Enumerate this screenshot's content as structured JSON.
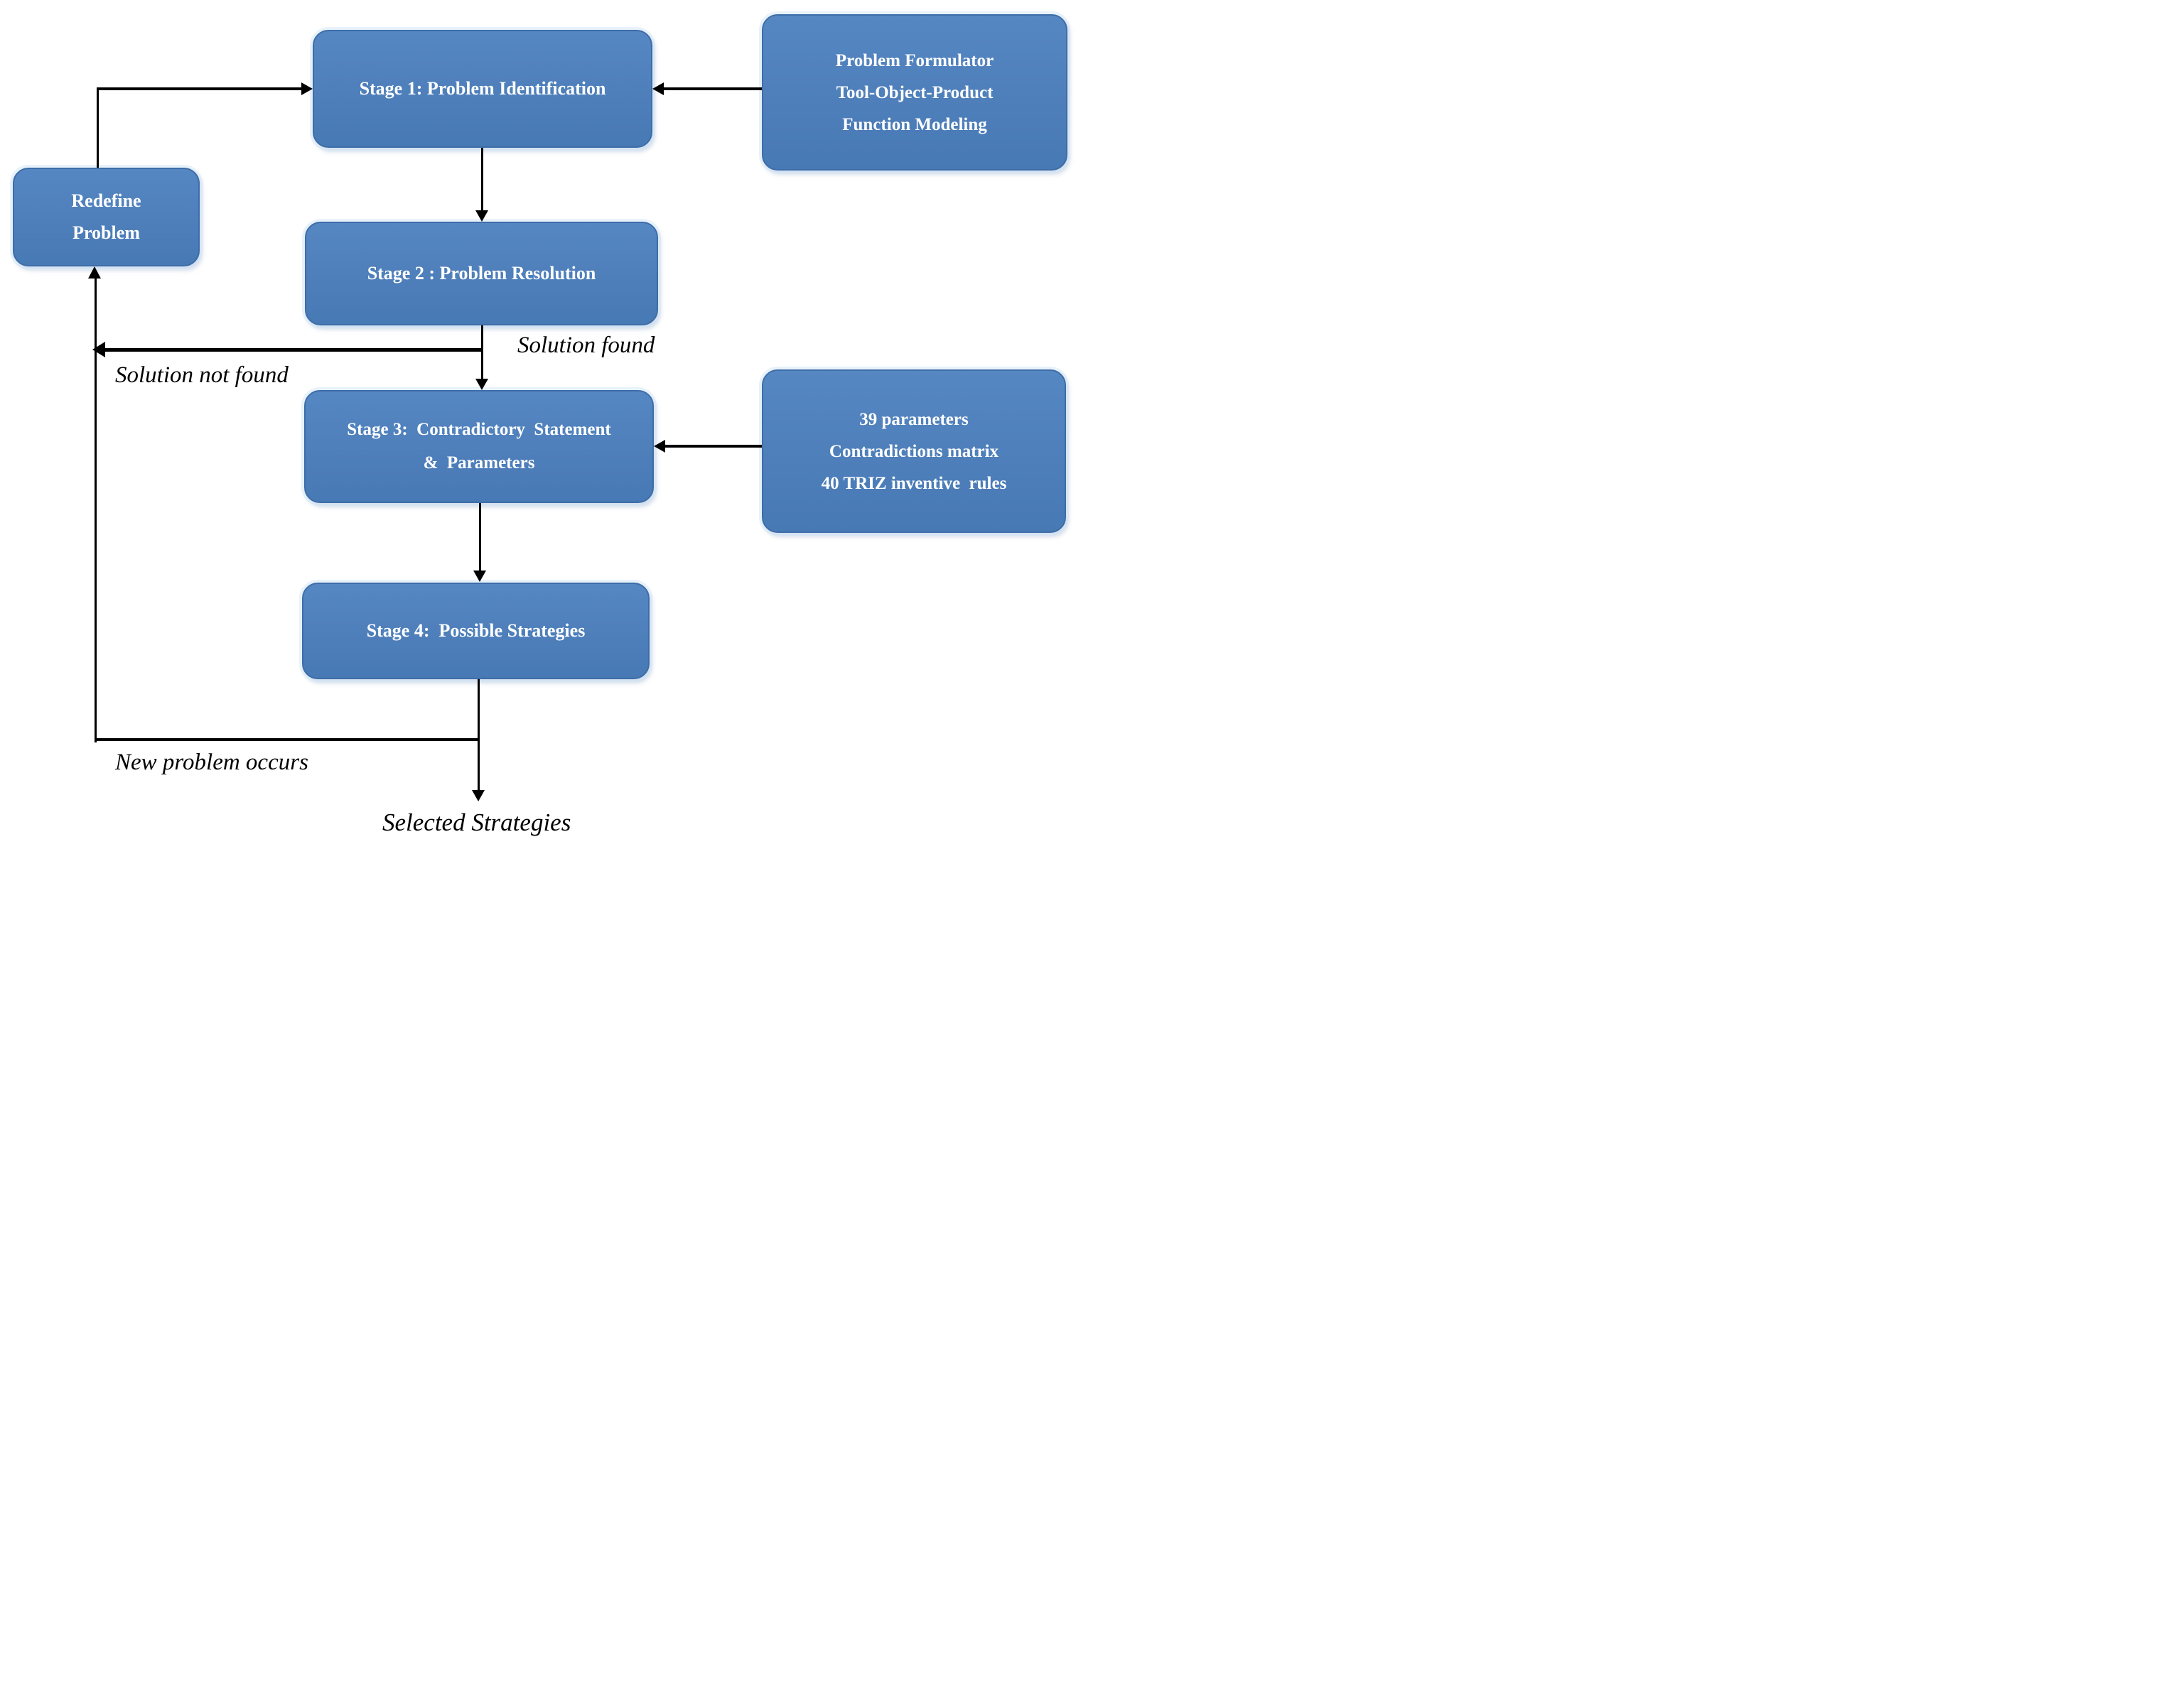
{
  "diagram": {
    "background_color": "#ffffff",
    "node_fill_color": "#4f81bd",
    "node_border_color": "#3e6da8",
    "node_text_color": "#ffffff",
    "arrow_color": "#000000",
    "nodes": {
      "stage1": {
        "label": "Stage 1: Problem Identification"
      },
      "formulator": {
        "lines": [
          "Problem Formulator",
          "Tool-Object-Product",
          "Function Modeling"
        ]
      },
      "redefine": {
        "lines": [
          "Redefine",
          "Problem"
        ]
      },
      "stage2": {
        "label": "Stage 2 : Problem Resolution"
      },
      "stage3": {
        "lines": [
          "Stage 3:  Contradictory  Statement",
          "&  Parameters"
        ]
      },
      "triz": {
        "lines": [
          "39 parameters",
          "Contradictions matrix",
          "40 TRIZ inventive  rules"
        ]
      },
      "stage4": {
        "label": "Stage 4:  Possible Strategies"
      }
    },
    "edge_labels": {
      "solution_found": "Solution found",
      "solution_not_found": "Solution not found",
      "new_problem": "New problem occurs",
      "selected_strategies": "Selected Strategies"
    }
  }
}
